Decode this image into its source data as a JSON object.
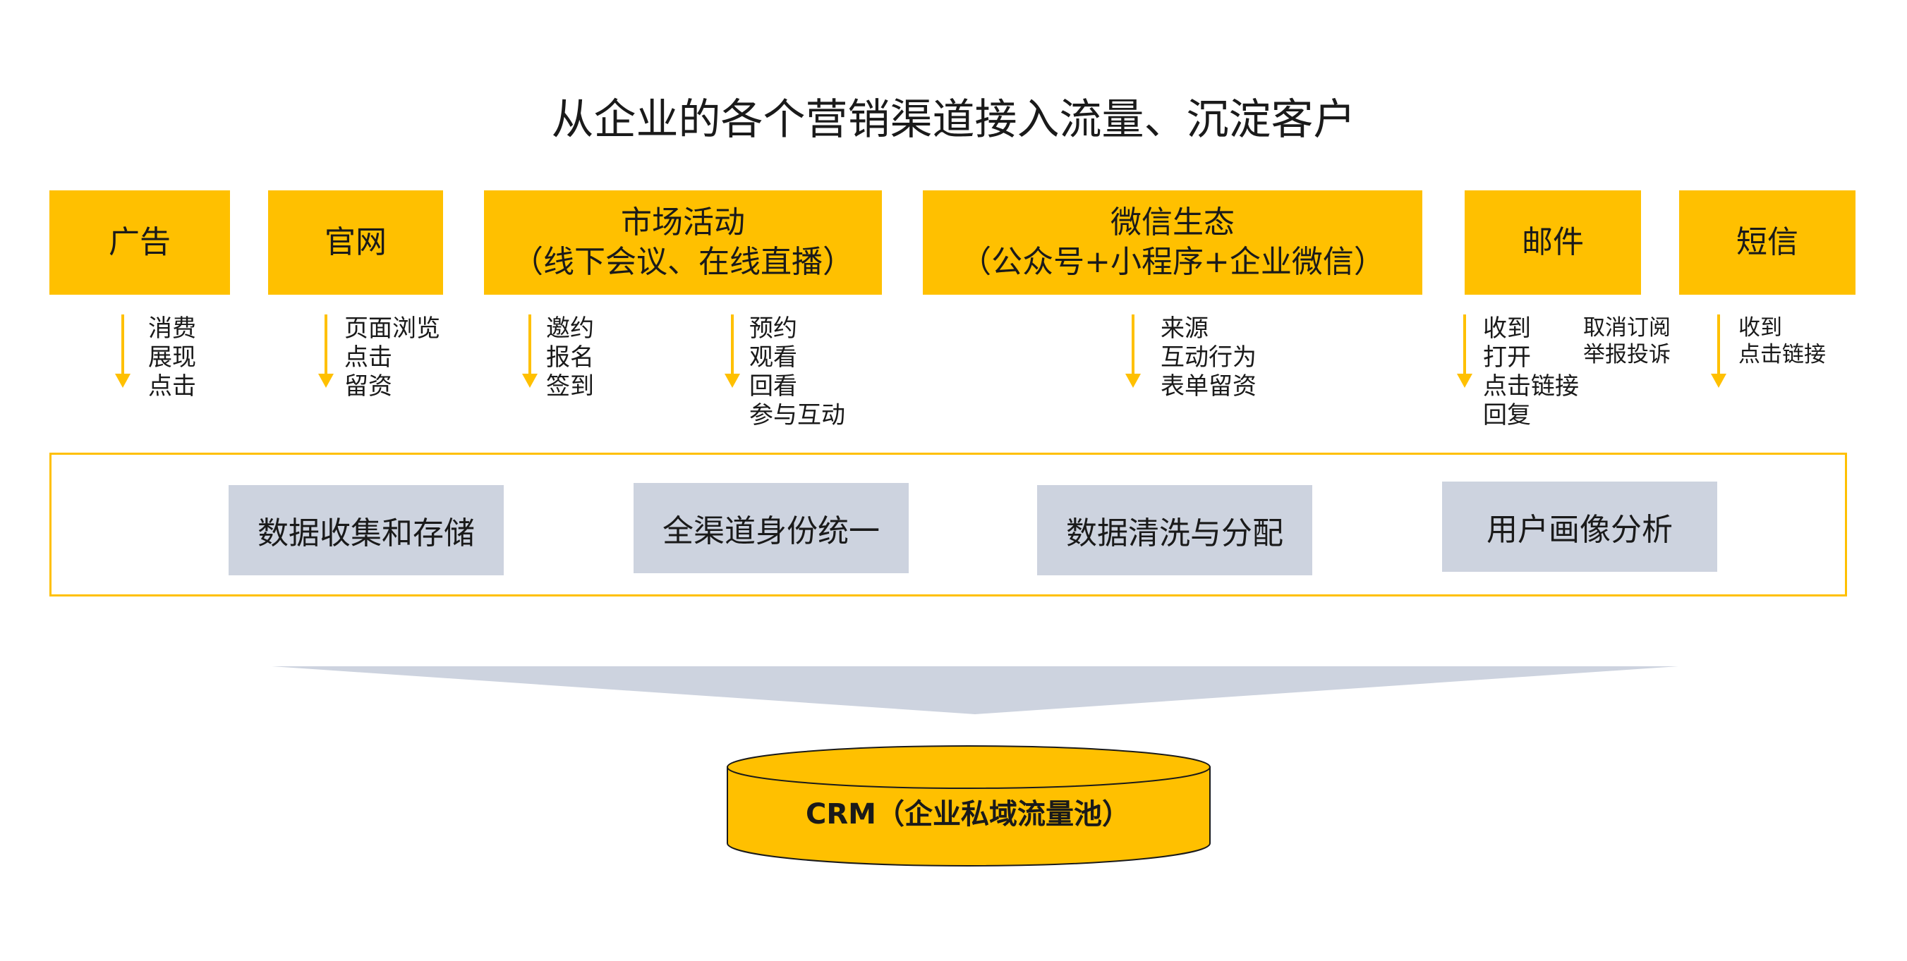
{
  "title": "从企业的各个营销渠道接入流量、沉淀客户",
  "colors": {
    "channel_fill": "#FFC000",
    "process_fill": "#CDD3DF",
    "arrow": "#FFC000",
    "frame_border": "#FFC000",
    "funnel": "#CDD3DF"
  },
  "channels": [
    {
      "lines": [
        "广告"
      ],
      "metrics": [
        [
          "消费",
          "展现",
          "点击"
        ]
      ]
    },
    {
      "lines": [
        "官网"
      ],
      "metrics": [
        [
          "页面浏览",
          "点击",
          "留资"
        ]
      ]
    },
    {
      "lines": [
        "市场活动",
        "（线下会议、在线直播）"
      ],
      "metrics": [
        [
          "邀约",
          "报名",
          "签到"
        ],
        [
          "预约",
          "观看",
          "回看",
          "参与互动"
        ]
      ]
    },
    {
      "lines": [
        "微信生态",
        "（公众号+小程序+企业微信）"
      ],
      "metrics": [
        [
          "来源",
          "互动行为",
          "表单留资"
        ]
      ]
    },
    {
      "lines": [
        "邮件"
      ],
      "metrics": [
        [
          "收到",
          "打开",
          "点击链接",
          "回复"
        ],
        [
          "取消订阅",
          "举报投诉"
        ]
      ]
    },
    {
      "lines": [
        "短信"
      ],
      "metrics": [
        [
          "收到",
          "点击链接"
        ]
      ]
    }
  ],
  "processes": [
    "数据收集和存储",
    "全渠道身份统一",
    "数据清洗与分配",
    "用户画像分析"
  ],
  "crm_label": "CRM（企业私域流量池）"
}
